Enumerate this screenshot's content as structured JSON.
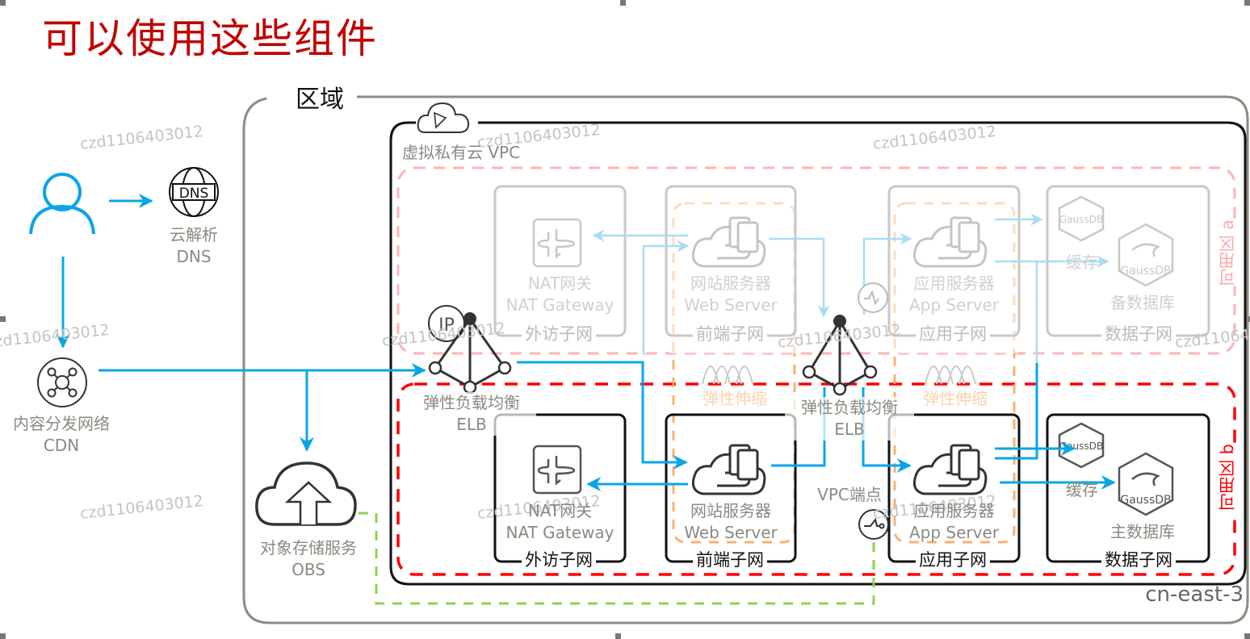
{
  "slide": {
    "title": "可以使用这些组件",
    "region_label": "区域",
    "region_name": "cn-east-3",
    "vpc_label": "虚拟私有云 VPC",
    "watermark": "czd1106403012"
  },
  "external": {
    "user": {
      "icon": "user-icon"
    },
    "dns": {
      "icon": "dns-globe-icon",
      "label_cn": "云解析",
      "label_en": "DNS"
    },
    "cdn": {
      "icon": "cdn-network-icon",
      "label_cn": "内容分发网络",
      "label_en": "CDN"
    },
    "obs": {
      "icon": "cloud-upload-icon",
      "label_cn": "对象存储服务",
      "label_en": "OBS"
    }
  },
  "availability_zones": [
    {
      "id": "a",
      "label": "可用区 a",
      "state": "inactive",
      "subnets": [
        {
          "label": "外访子网",
          "component_cn": "NAT网关",
          "component_en": "NAT Gateway",
          "icon": "nat-gateway-icon"
        },
        {
          "label": "前端子网",
          "component_cn": "网站服务器",
          "component_en": "Web Server",
          "icon": "web-server-icon"
        },
        {
          "label": "应用子网",
          "component_cn": "应用服务器",
          "component_en": "App Server",
          "icon": "app-server-icon"
        },
        {
          "label": "数据子网",
          "cache_label": "缓存",
          "db_label": "备数据库",
          "icon": "gaussdb-icon",
          "db_brand": "GaussDB"
        }
      ]
    },
    {
      "id": "b",
      "label": "可用区 b",
      "state": "active",
      "subnets": [
        {
          "label": "外访子网",
          "component_cn": "NAT网关",
          "component_en": "NAT Gateway",
          "icon": "nat-gateway-icon"
        },
        {
          "label": "前端子网",
          "component_cn": "网站服务器",
          "component_en": "Web Server",
          "icon": "web-server-icon"
        },
        {
          "label": "应用子网",
          "component_cn": "应用服务器",
          "component_en": "App Server",
          "icon": "app-server-icon"
        },
        {
          "label": "数据子网",
          "cache_label": "缓存",
          "db_label": "主数据库",
          "icon": "gaussdb-icon",
          "db_brand": "GaussDB"
        }
      ]
    }
  ],
  "shared": {
    "elb_cn": "弹性负载均衡",
    "elb_en": "ELB",
    "autoscaling": "弹性伸缩",
    "vpc_endpoint": "VPC端点",
    "eip": "IP"
  },
  "colors": {
    "title": "#c00000",
    "flow_active": "#0aa5e8",
    "flow_inactive": "#a9dcf5",
    "az_b_border": "#ff0000",
    "az_a_border": "#ffb3b3",
    "autoscaling_border": "#f7a35c",
    "obs_link": "#92d050",
    "region_border": "#8c8c80"
  }
}
